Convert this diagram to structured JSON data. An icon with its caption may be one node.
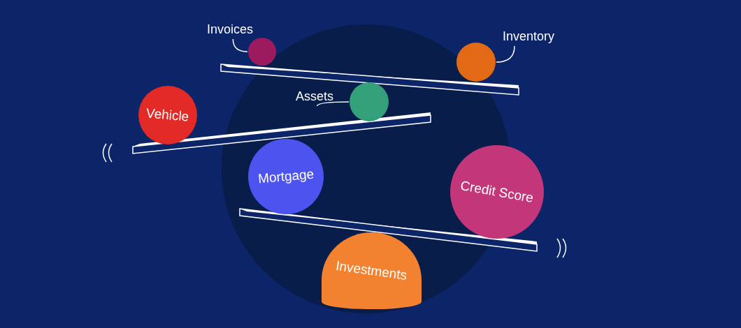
{
  "diagram": {
    "nodes": [
      {
        "text": [
          "Invoices"
        ]
      },
      {
        "text": [],
        "shape": "circle"
      },
      {
        "text": [
          "Inventory"
        ]
      },
      {
        "text": [],
        "shape": "circle"
      },
      {
        "text": [
          "Assets"
        ]
      },
      {
        "text": [],
        "shape": "circle"
      },
      {
        "text": [
          "Vehicle"
        ]
      },
      {
        "text": [
          "Mortgage"
        ]
      },
      {
        "text": [
          "Credit Score"
        ]
      },
      {
        "text": [
          "Investments"
        ]
      }
    ],
    "edges": [
      {
        "from": 0,
        "to": 1,
        "arrow": "none"
      },
      {
        "from": 2,
        "to": 3,
        "arrow": "none"
      },
      {
        "from": 4,
        "to": 5,
        "arrow": "none"
      }
    ]
  }
}
